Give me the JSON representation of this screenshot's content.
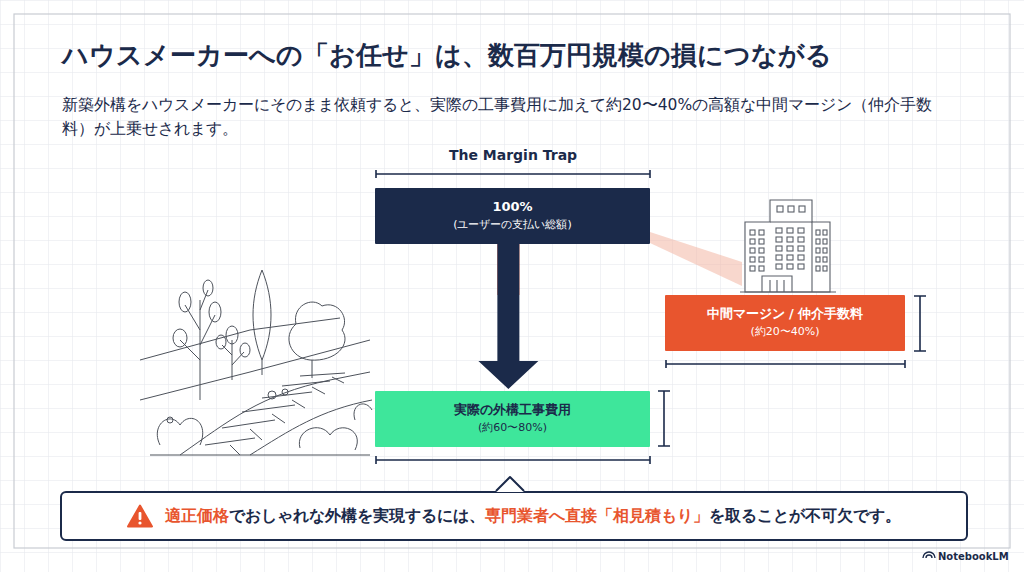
{
  "diagram": {
    "title": "ハウスメーカーへの「お任せ」は、数百万円規模の損につながる",
    "nodes": [
      {
        "text": [
          "100%",
          "(ユーザーの支払い総額)"
        ]
      },
      {
        "text": [
          "中間マージン / 仲介手数料",
          "(約20〜40%)"
        ]
      },
      {
        "text": [
          "実際の外構工事費用",
          "(約60〜80%)"
        ]
      },
      {
        "text": [
          "適正価格でおしゃれな外構を実現するには、専門業者へ直接「相見積もり」を取ることが不可欠です。"
        ]
      }
    ],
    "edges": [
      {
        "from": 0,
        "to": 1,
        "arrow": "none"
      },
      {
        "from": 0,
        "to": 2,
        "arrow": "to"
      }
    ],
    "labels": [
      "新築外構をハウスメーカーにそのまま依頼すると、実際の工事費用に加えて約20〜40%の高額な中間マージン（仲介手数料）が上乗せされます。",
      "The Margin Trap",
      "NotebookLM"
    ]
  }
}
